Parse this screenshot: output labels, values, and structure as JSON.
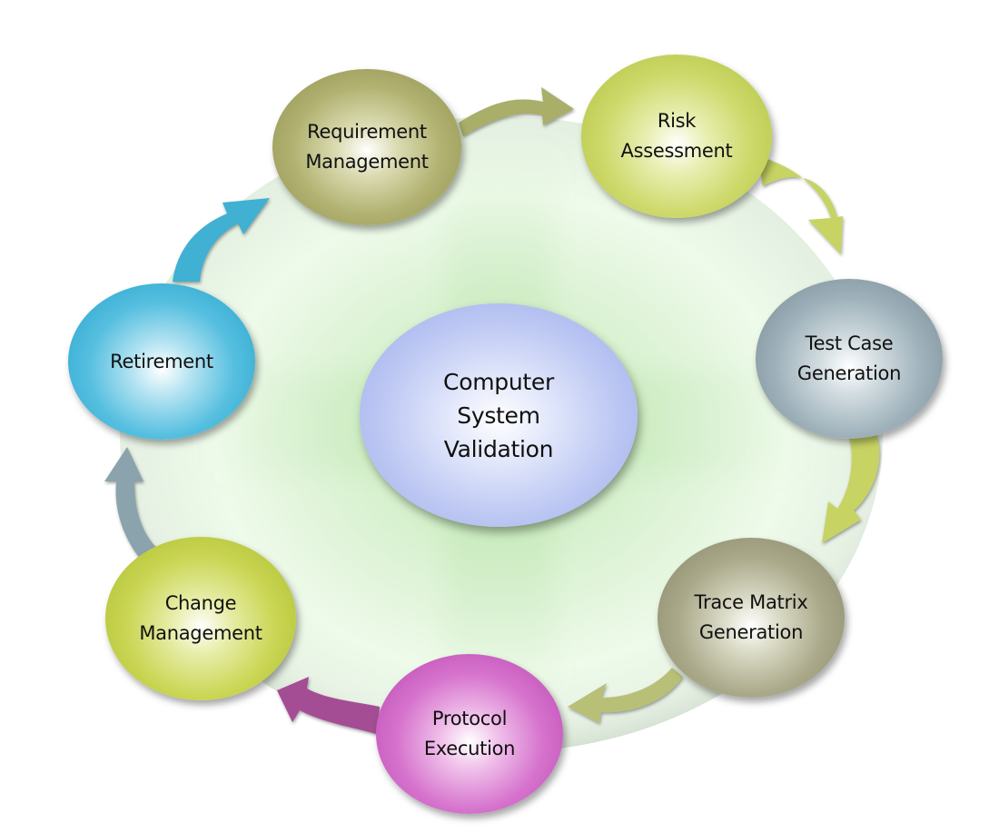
{
  "diagram": {
    "title": "Computer System Validation",
    "center": {
      "label": "Computer\nSystem\nValidation",
      "color": "#b4c0f2"
    },
    "nodes": [
      {
        "id": "requirement-management",
        "label": "Requirement\nManagement",
        "color": "#a3a463"
      },
      {
        "id": "risk-assessment",
        "label": "Risk\nAssessment",
        "color": "#c6d35c"
      },
      {
        "id": "test-case-generation",
        "label": "Test Case\nGeneration",
        "color": "#8ea3ad"
      },
      {
        "id": "trace-matrix-generation",
        "label": "Trace Matrix\nGeneration",
        "color": "#9b9a7c"
      },
      {
        "id": "protocol-execution",
        "label": "Protocol\nExecution",
        "color": "#cf5fc6"
      },
      {
        "id": "change-management",
        "label": "Change\nManagement",
        "color": "#bfcc3f"
      },
      {
        "id": "retirement",
        "label": "Retirement",
        "color": "#3fb4d8"
      }
    ],
    "flow": [
      {
        "from": "requirement-management",
        "to": "risk-assessment",
        "color": "#a9ae68"
      },
      {
        "from": "risk-assessment",
        "to": "test-case-generation",
        "color": "#c7d364"
      },
      {
        "from": "test-case-generation",
        "to": "trace-matrix-generation",
        "color": "#c7d364"
      },
      {
        "from": "trace-matrix-generation",
        "to": "protocol-execution",
        "color": "#b8c078"
      },
      {
        "from": "protocol-execution",
        "to": "change-management",
        "color": "#a44e94"
      },
      {
        "from": "change-management",
        "to": "retirement",
        "color": "#8aa3ad"
      },
      {
        "from": "retirement",
        "to": "requirement-management",
        "color": "#3fb0d3"
      }
    ],
    "background_color": "#eaf8e4"
  }
}
